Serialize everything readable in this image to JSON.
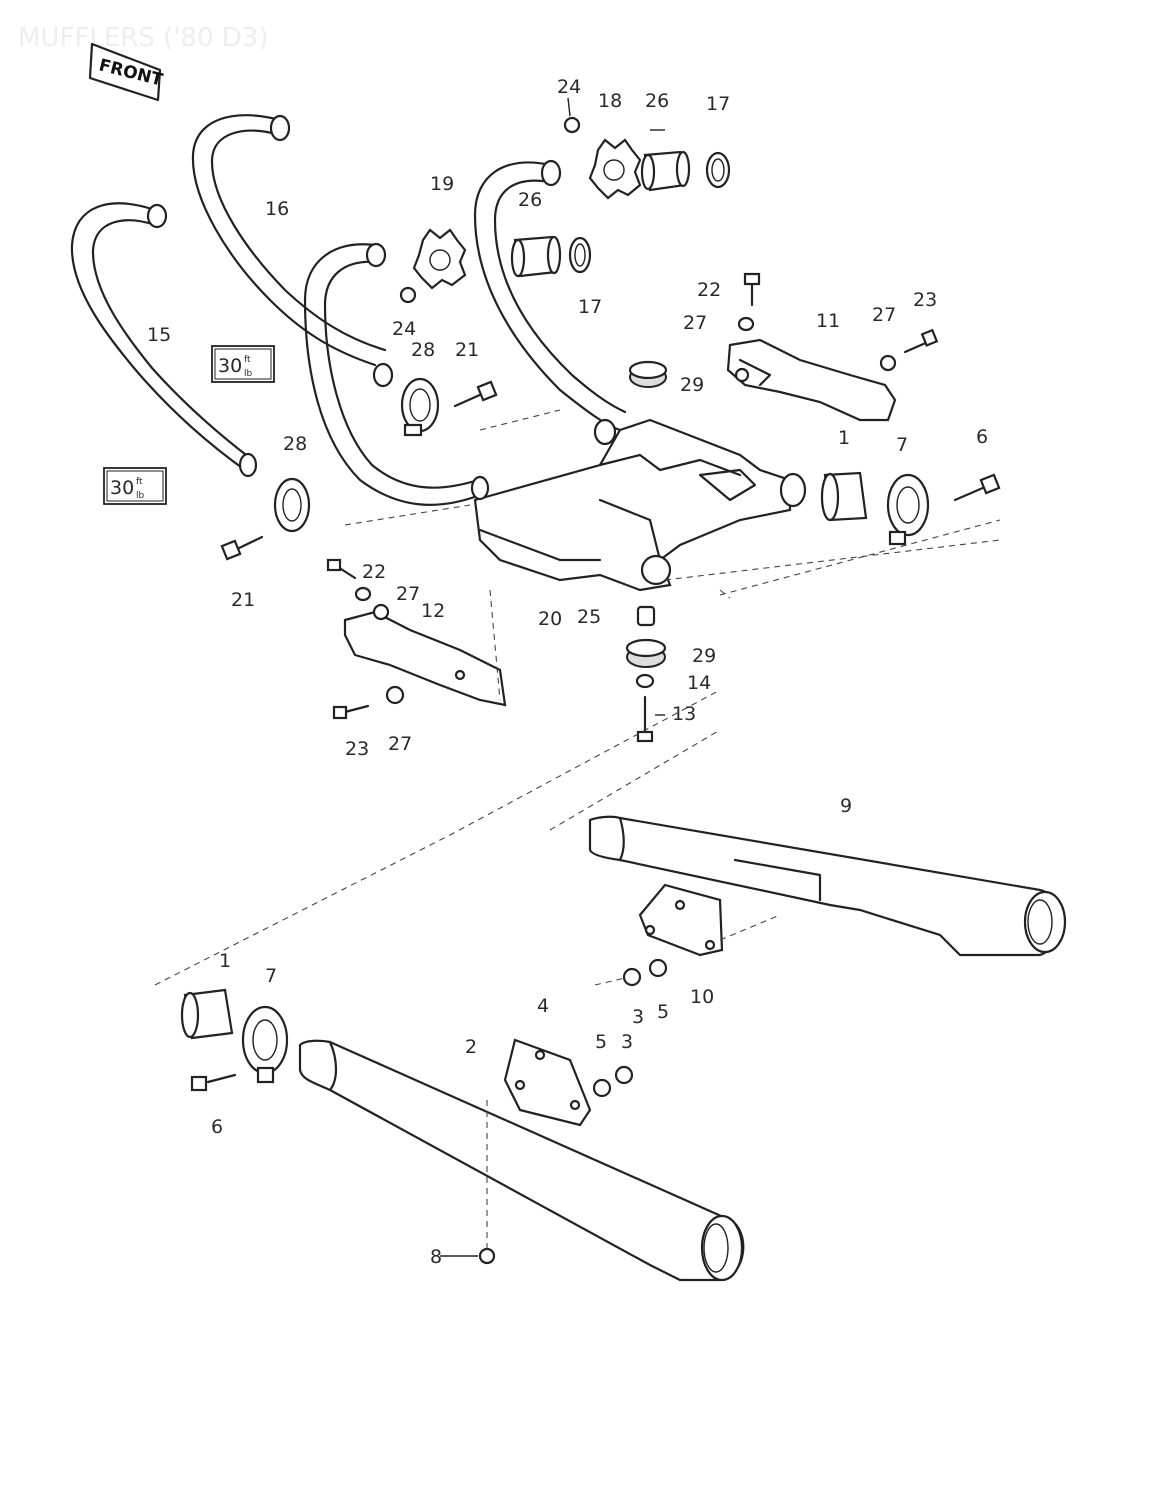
{
  "title": "MUFFLERS ('80 D3)",
  "front_badge": "FRONT",
  "torque_boxes": [
    {
      "value": "30",
      "unit_top": "ft",
      "unit_bot": "lb"
    },
    {
      "value": "30",
      "unit_top": "ft",
      "unit_bot": "lb"
    }
  ],
  "callouts": {
    "c24a": "24",
    "c18": "18",
    "c26a": "26",
    "c17a": "17",
    "c19": "19",
    "c16": "16",
    "c26b": "26",
    "c17b": "17",
    "c24b": "24",
    "c15": "15",
    "c28a": "28",
    "c21a": "21",
    "c22a": "22",
    "c27a": "27",
    "c11": "11",
    "c27b": "27",
    "c23a": "23",
    "c29a": "29",
    "c28b": "28",
    "c1a": "1",
    "c7a": "7",
    "c6a": "6",
    "c21b": "21",
    "c22b": "22",
    "c27c": "27",
    "c12": "12",
    "c20": "20",
    "c25": "25",
    "c29b": "29",
    "c14": "14",
    "c13": "13",
    "c23b": "23",
    "c27d": "27",
    "c9": "9",
    "c10": "10",
    "c3a": "3",
    "c5a": "5",
    "c1b": "1",
    "c7b": "7",
    "c4": "4",
    "c2": "2",
    "c5b": "5",
    "c3b": "3",
    "c6b": "6",
    "c8": "8"
  }
}
